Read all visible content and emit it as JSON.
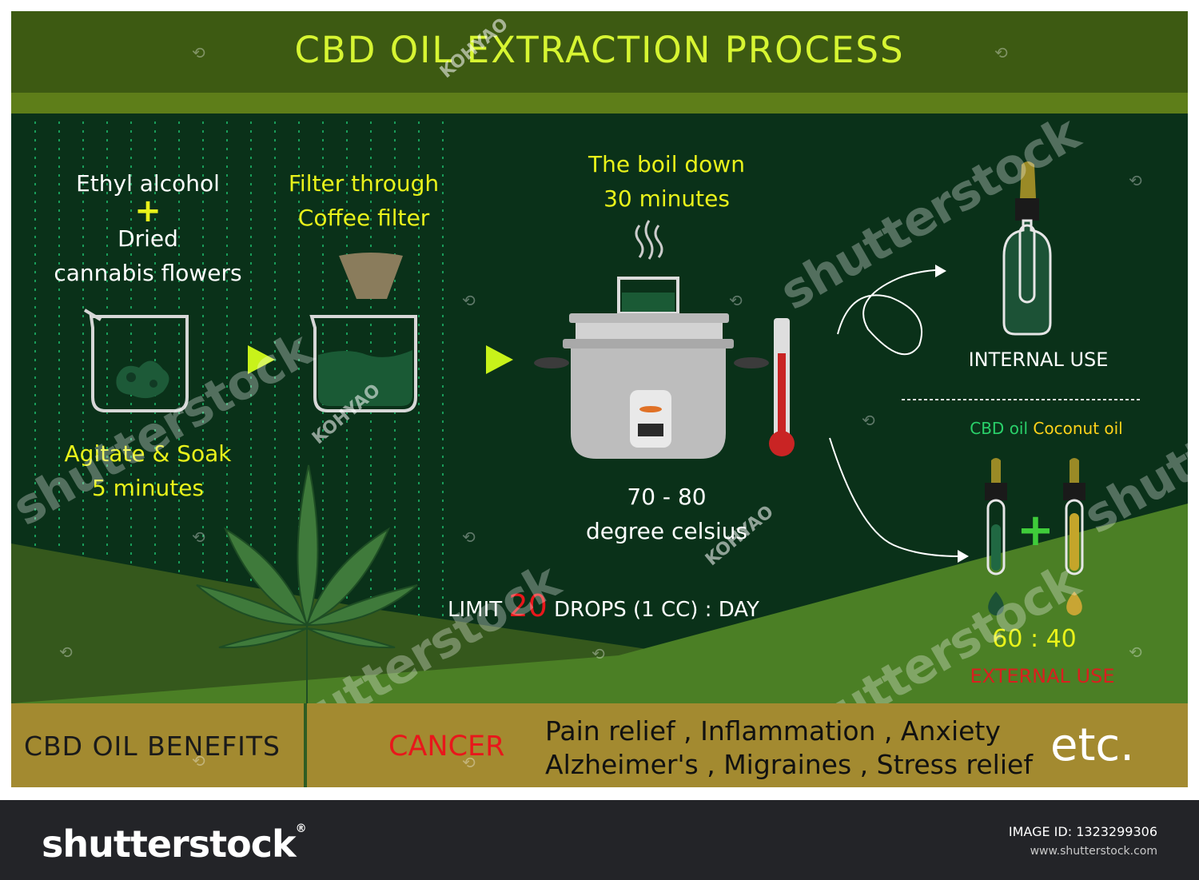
{
  "header": {
    "title": "CBD OIL EXTRACTION PROCESS"
  },
  "steps": {
    "step1": {
      "line1": "Ethyl alcohol",
      "plus": "+",
      "line2": "Dried",
      "line3": "cannabis flowers"
    },
    "step1_action": {
      "line1": "Agitate & Soak",
      "line2": "5 minutes"
    },
    "step2": {
      "line1": "Filter through",
      "line2": "Coffee filter"
    },
    "step3": {
      "line1": "The boil down",
      "line2": "30 minutes"
    },
    "temperature": {
      "line1": "70 - 80",
      "line2": "degree celsius"
    }
  },
  "limit": {
    "prefix": "LIMIT",
    "number": "20",
    "suffix": "DROPS (1 CC) : DAY"
  },
  "outputs": {
    "internal": "INTERNAL USE",
    "cbd_label": "CBD oil",
    "coconut_label": "Coconut oil",
    "plus": "+",
    "ratio": "60 : 40",
    "external": "EXTERNAL USE"
  },
  "footer": {
    "benefits_label": "CBD OIL BENEFITS",
    "cancer": "CANCER",
    "line1": "Pain relief , Inflammation , Anxiety",
    "line2": "Alzheimer's , Migraines , Stress relief",
    "etc": "etc."
  },
  "watermark": {
    "brand": "shutterstock",
    "brand_mark": "®",
    "author": "KOHYAO",
    "image_id_label": "IMAGE ID:",
    "image_id": "1323299306",
    "url": "www.shutterstock.com"
  },
  "colors": {
    "header": "#3d5a12",
    "main_bg": "#0a3119",
    "title": "#d7f532",
    "accent_yellow": "#e9f21a",
    "footer": "#a38a30",
    "cancer_red": "#e8171b",
    "cbd_green": "#2ad16a",
    "coconut_yellow": "#ffd21a"
  }
}
